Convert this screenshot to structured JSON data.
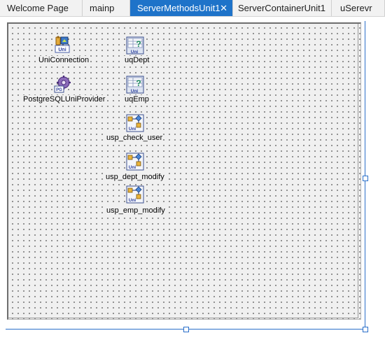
{
  "tabs": [
    {
      "label": "Welcome Page",
      "active": false
    },
    {
      "label": "mainp",
      "active": false
    },
    {
      "label": "ServerMethodsUnit1",
      "active": true
    },
    {
      "label": "ServerContainerUnit1",
      "active": false
    },
    {
      "label": "uSerevr",
      "active": false
    }
  ],
  "close_glyph": "✕",
  "components": [
    {
      "label": "UniConnection",
      "icon": "uni-connection-icon"
    },
    {
      "label": "uqDept",
      "icon": "uni-query-icon"
    },
    {
      "label": "PostgreSQLUniProvider",
      "icon": "pg-provider-icon"
    },
    {
      "label": "uqEmp",
      "icon": "uni-query-icon"
    },
    {
      "label": "usp_check_user",
      "icon": "uni-stored-proc-icon"
    },
    {
      "label": "usp_dept_modify",
      "icon": "uni-stored-proc-icon"
    },
    {
      "label": "usp_emp_modify",
      "icon": "uni-stored-proc-icon"
    }
  ],
  "icon_text": {
    "uni": "Uni",
    "pg": "PG"
  },
  "colors": {
    "active_tab": "#1e73c9",
    "selection": "#2a6fc9"
  }
}
